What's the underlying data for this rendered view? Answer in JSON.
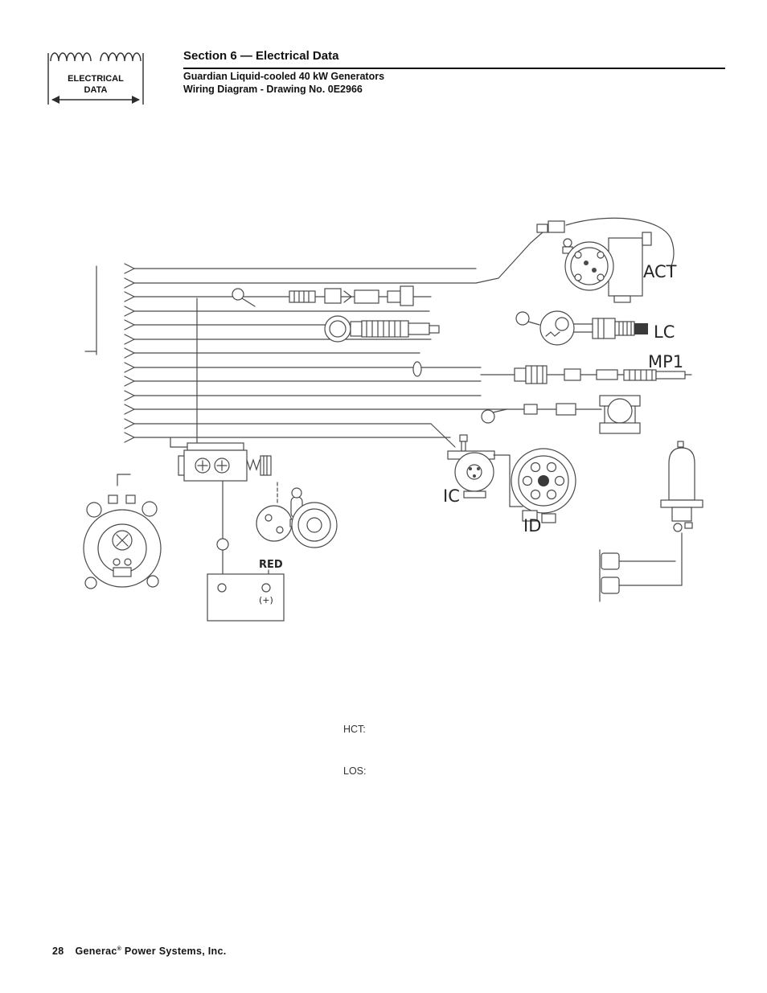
{
  "page": {
    "section_title": "Section 6 — Electrical Data",
    "subtitle_line1": "Guardian Liquid-cooled 40 kW Generators",
    "subtitle_line2": "Wiring Diagram - Drawing No. 0E2966"
  },
  "logo": {
    "line1": "ELECTRICAL",
    "line2": "DATA"
  },
  "diagram": {
    "labels": {
      "act": "ACT",
      "lc": "LC",
      "mp1": "MP1",
      "ic": "IC",
      "id": "ID",
      "red": "RED",
      "battery_positive": "(+)"
    }
  },
  "legend": {
    "hct": "HCT:",
    "los": "LOS:"
  },
  "footer": {
    "page_number": "28",
    "brand": "Generac",
    "registered": "®",
    "company": "Power Systems, Inc."
  }
}
